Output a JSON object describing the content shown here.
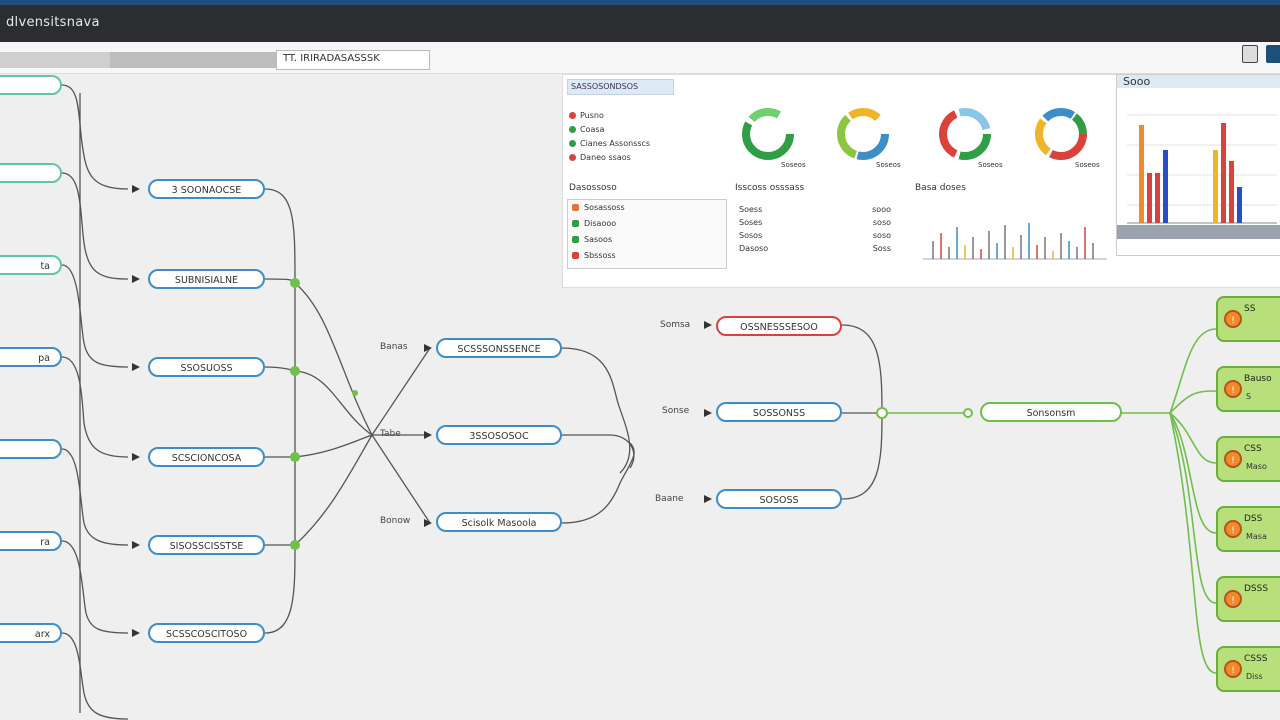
{
  "window": {
    "title": "dlvensitsnava"
  },
  "tabs": [
    {
      "label": ""
    },
    {
      "label": ""
    },
    {
      "label": "TT. IRIRADASASSSK"
    }
  ],
  "diagram": {
    "left_nodes": [
      {
        "label": ""
      },
      {
        "label": ""
      },
      {
        "label": "ta"
      },
      {
        "label": "pa"
      },
      {
        "label": ""
      },
      {
        "label": "ra"
      },
      {
        "label": "arx"
      }
    ],
    "col2_nodes": [
      {
        "label": "3 SOONAOCSE"
      },
      {
        "label": "SUBNISIALNE"
      },
      {
        "label": "SSOSUOSS"
      },
      {
        "label": "SCSCIONCOSA"
      },
      {
        "label": "SISOSSCISSTSE"
      },
      {
        "label": "SCSSCOSCITOSO"
      }
    ],
    "col3_nodes": [
      {
        "label": "SCSSSONSSENCE",
        "side": "Banas"
      },
      {
        "label": "3SSOSOSOC",
        "side": "Tabe"
      },
      {
        "label": "Scisolk Masoola",
        "side": "Bonow"
      }
    ],
    "col4_nodes": [
      {
        "label": "OSSNESSSESOO",
        "side": "Somsa",
        "color": "#d9433c"
      },
      {
        "label": "SOSSONSS",
        "side": "Sonse",
        "color": "#3d8ec8"
      },
      {
        "label": "SOSOSS",
        "side": "Baane",
        "color": "#3d8ec8"
      }
    ],
    "hub_node": {
      "label": "Sonsonsm"
    },
    "cards": [
      {
        "line1": "SS",
        "line2": ""
      },
      {
        "line1": "Bauso",
        "line2": "S"
      },
      {
        "line1": "CSS",
        "line2": "Maso"
      },
      {
        "line1": "DSS",
        "line2": "Masa"
      },
      {
        "line1": "DSSS",
        "line2": ""
      },
      {
        "line1": "CSSS",
        "line2": "Diss"
      }
    ]
  },
  "dashboard": {
    "header": "SASSOSONDSOS",
    "legend": [
      {
        "label": "Pusno",
        "color": "#d9433c"
      },
      {
        "label": "Coasa",
        "color": "#2f9e44"
      },
      {
        "label": "Cianes  Assonsscs",
        "color": "#2f9e44"
      },
      {
        "label": "Daneo ssaos",
        "color": "#d9433c"
      }
    ],
    "donut_captions": [
      "Soseos",
      "Soseos",
      "Soseos",
      "Soseos"
    ],
    "list_title": "Dasossoso",
    "list_items": [
      {
        "label": "Sosassoss",
        "color": "#e8703a"
      },
      {
        "label": "Disaooo",
        "color": "#2f9e44"
      },
      {
        "label": "Sasoos",
        "color": "#2f9e44"
      },
      {
        "label": "Sbssoss",
        "color": "#d9433c"
      }
    ],
    "table_title": "Isscoss  osssass",
    "table_rows": [
      {
        "k": "Soess",
        "v": "sooo"
      },
      {
        "k": "Soses",
        "v": "soso"
      },
      {
        "k": "Sosos",
        "v": "soso"
      },
      {
        "k": "Dasoso",
        "v": "Soss"
      }
    ],
    "spike_title": "Basa doses",
    "right_title": "Sooo"
  },
  "colors": {
    "blue": "#3d8ec8",
    "teal": "#5fc7a8",
    "red": "#d9433c",
    "green": "#6fbf4a",
    "orange": "#f08a2a"
  }
}
